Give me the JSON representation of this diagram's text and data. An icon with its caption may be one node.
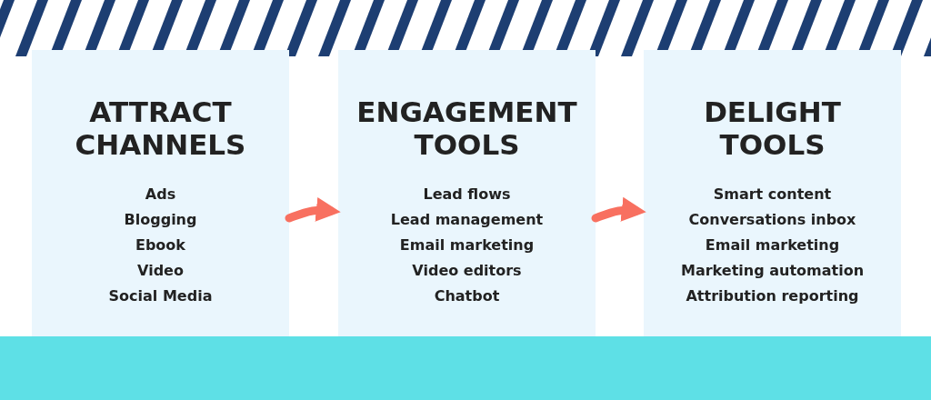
{
  "diagram": {
    "nodes": [
      {
        "text": [
          "ATTRACT CHANNELS",
          "Ads",
          "Blogging",
          "Ebook",
          "Video",
          "Social Media"
        ]
      },
      {
        "text": [
          "ENGAGEMENT TOOLS",
          "Lead flows",
          "Lead management",
          "Email marketing",
          "Video editors",
          "Chatbot"
        ]
      },
      {
        "text": [
          "DELIGHT TOOLS",
          "Smart content",
          "Conversations inbox",
          "Email marketing",
          "Marketing automation",
          "Attribution reporting"
        ]
      }
    ],
    "edges": [
      {
        "from": 0,
        "to": 1,
        "arrow": "to"
      },
      {
        "from": 1,
        "to": 2,
        "arrow": "to"
      }
    ]
  }
}
